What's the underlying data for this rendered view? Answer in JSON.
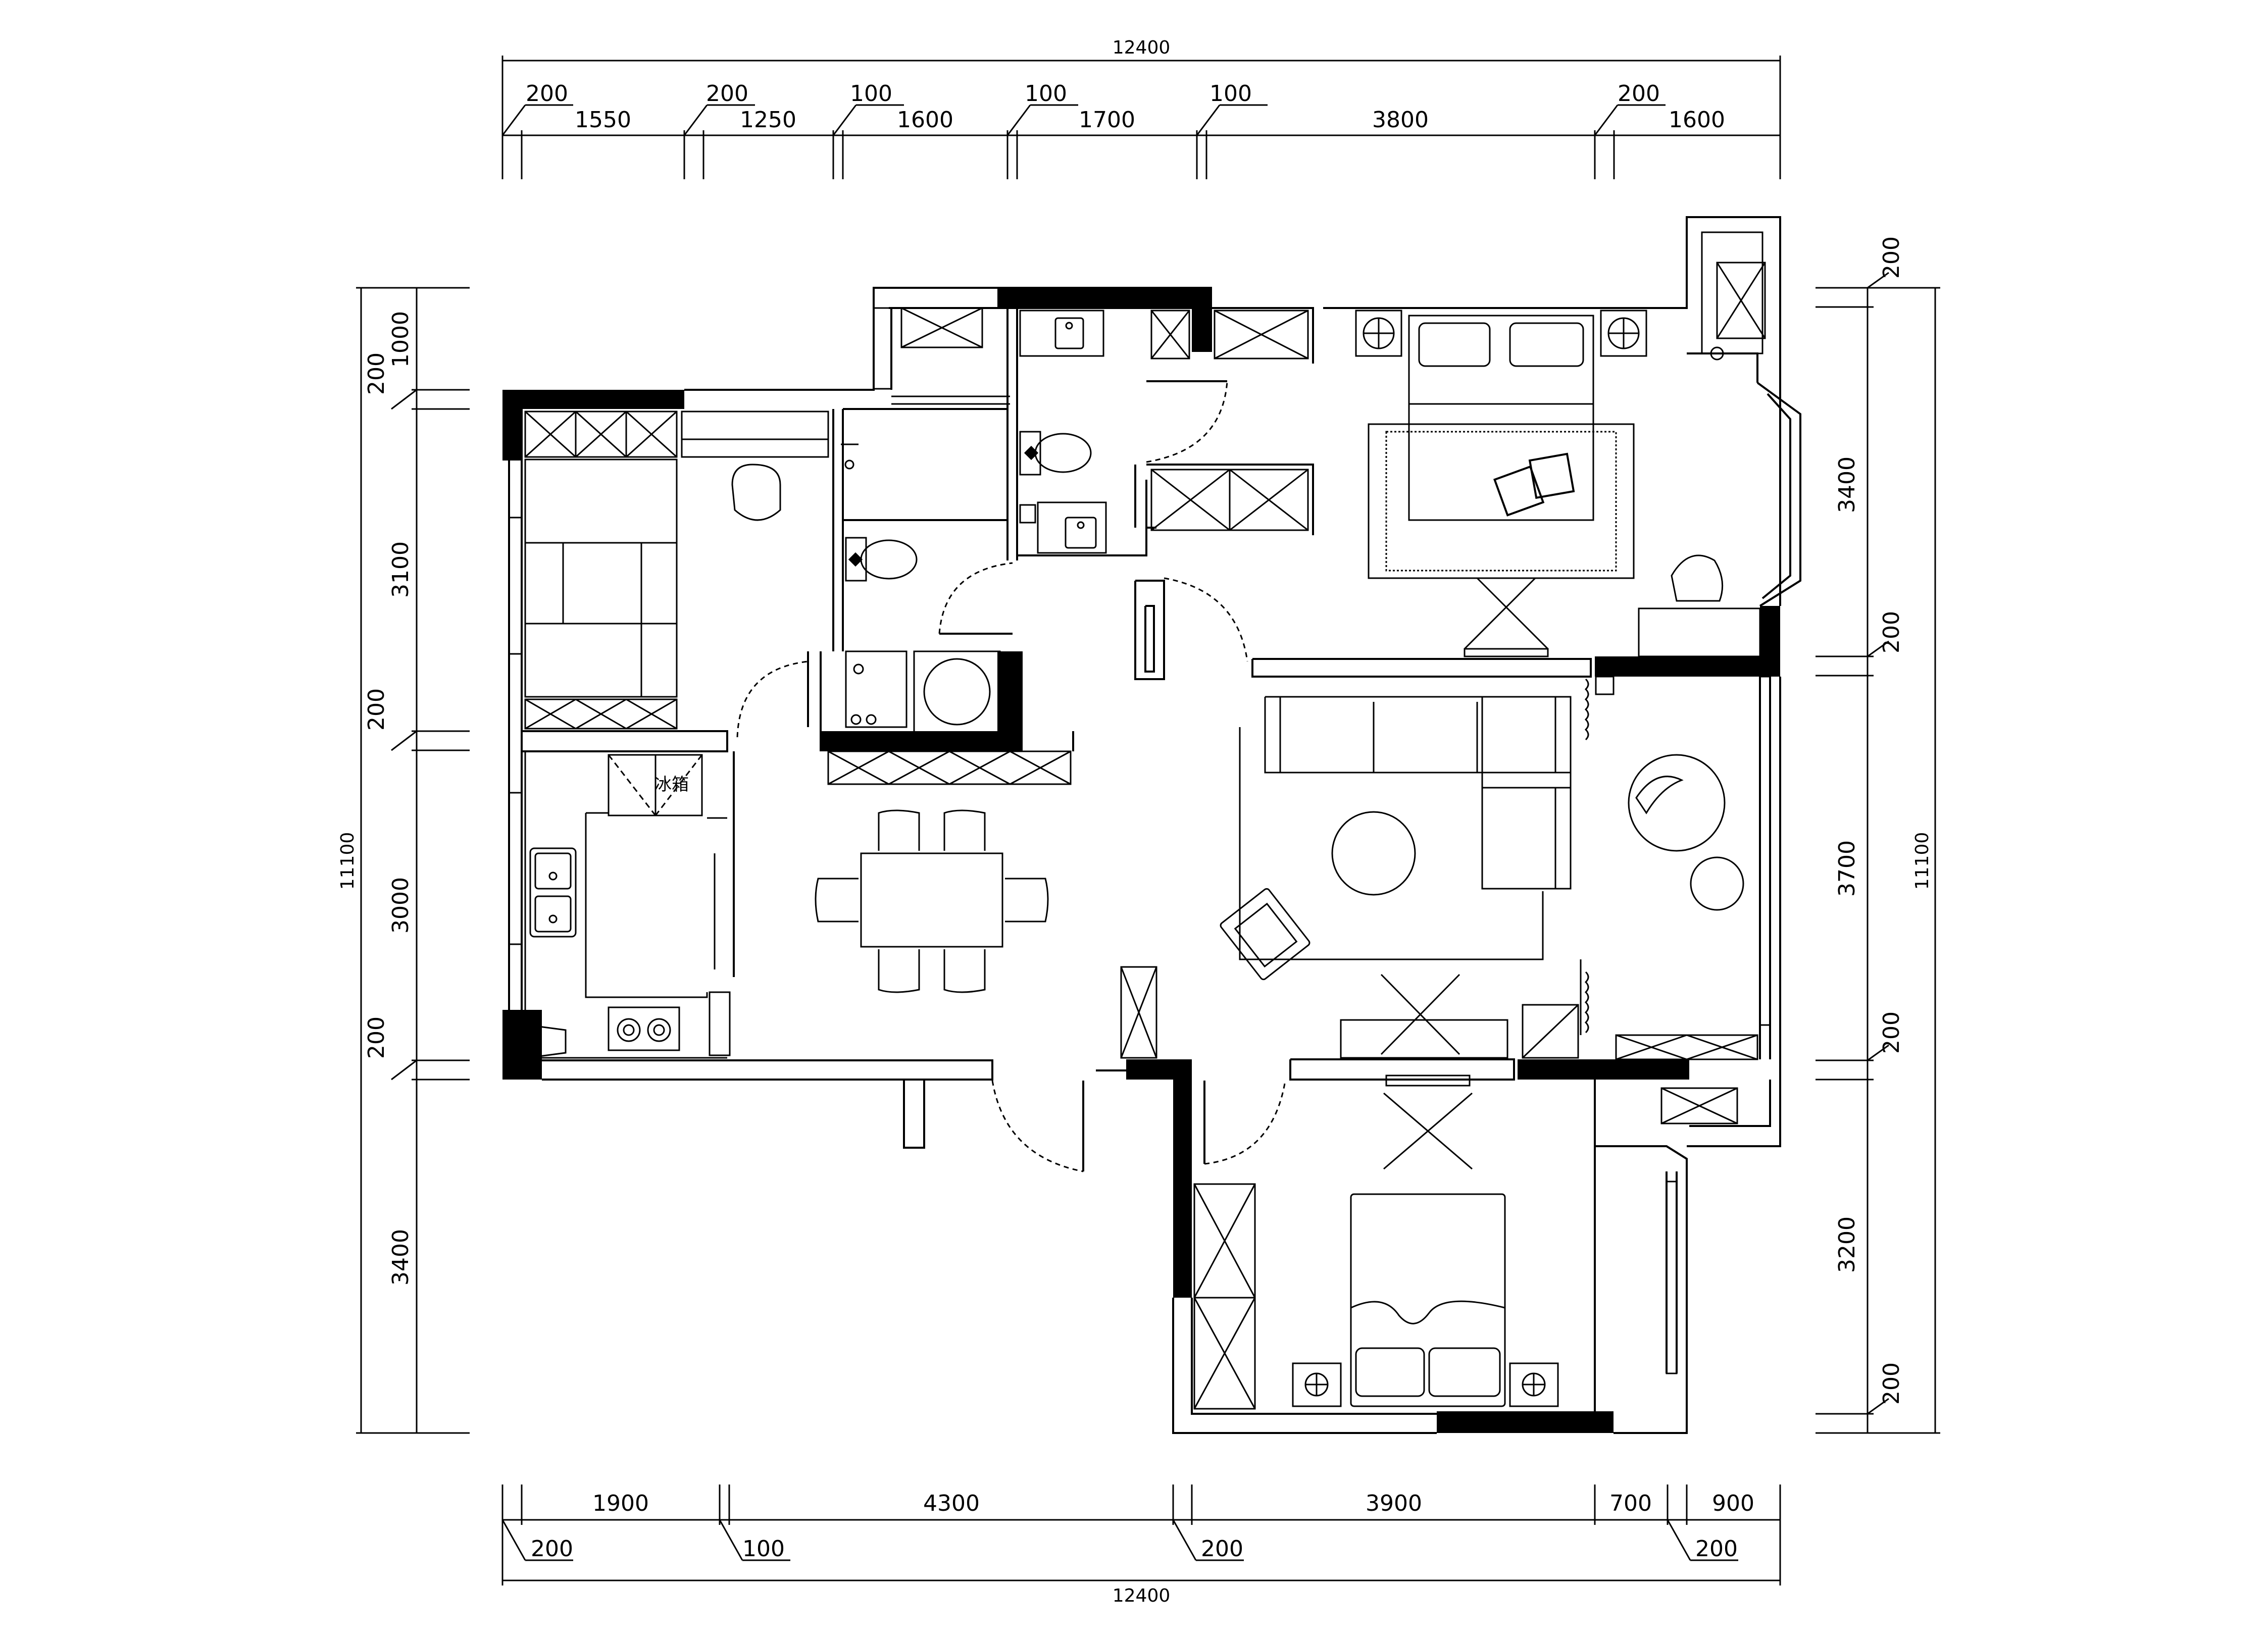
{
  "dimensions": {
    "top_total": "12400",
    "top_segments": [
      "1550",
      "1250",
      "1600",
      "1700",
      "3800",
      "1600"
    ],
    "top_walls": [
      "200",
      "200",
      "100",
      "100",
      "100",
      "200"
    ],
    "bottom_total": "12400",
    "bottom_segments": [
      "1900",
      "4300",
      "3900",
      "700",
      "900"
    ],
    "bottom_walls": [
      "200",
      "100",
      "200",
      "200"
    ],
    "left_total": "11100",
    "left_segments": [
      "1000",
      "3100",
      "3000",
      "3400"
    ],
    "left_walls": [
      "200",
      "200",
      "200"
    ],
    "right_total": "11100",
    "right_segments": [
      "3400",
      "3700",
      "3200"
    ],
    "right_walls": [
      "200",
      "200",
      "200",
      "200"
    ]
  },
  "labels": {
    "fridge": "冰箱"
  }
}
